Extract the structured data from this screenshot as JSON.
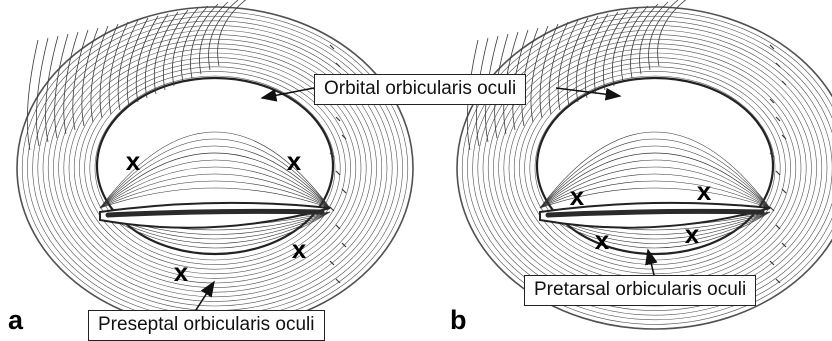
{
  "panels": [
    {
      "letter": "a",
      "label_top": "Orbital orbicularis oculi",
      "label_bottom": "Preseptal orbicularis oculi"
    },
    {
      "letter": "b",
      "label_top": "Orbital orbicularis oculi",
      "label_bottom": "Pretarsal orbicularis oculi"
    }
  ],
  "marker": "x",
  "colors": {
    "line": "#333333",
    "lid": "#555555",
    "hair": "#3a3a3a"
  }
}
